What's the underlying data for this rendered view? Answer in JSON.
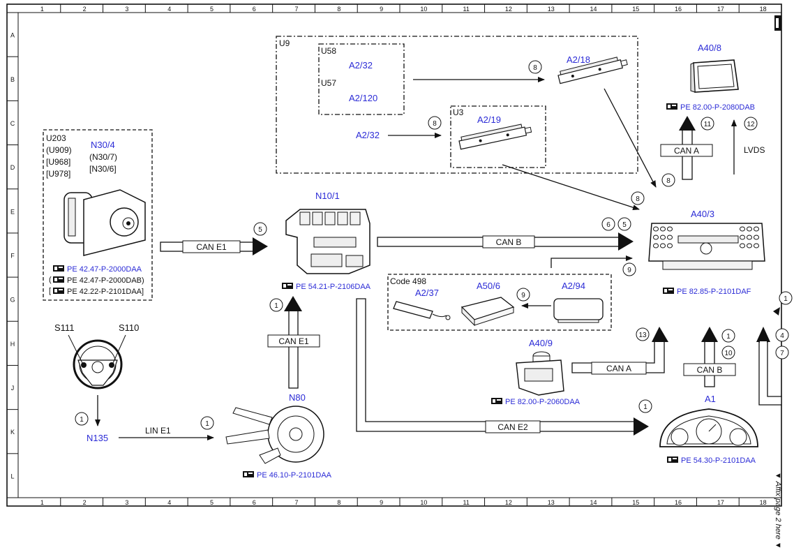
{
  "grid": {
    "columns": [
      "1",
      "2",
      "3",
      "4",
      "5",
      "6",
      "7",
      "8",
      "9",
      "10",
      "11",
      "12",
      "13",
      "14",
      "15",
      "16",
      "17",
      "18"
    ],
    "rows": [
      "A",
      "B",
      "C",
      "D",
      "E",
      "F",
      "G",
      "H",
      "J",
      "K",
      "L"
    ]
  },
  "groups": {
    "u9": "U9",
    "u58": "U58",
    "u57": "U57",
    "u3": "U3",
    "code498": "Code 498",
    "u203": "U203",
    "u909": "(U909)",
    "u968": "[U968]",
    "u978": "[U978]"
  },
  "components": {
    "n30_4": "N30/4",
    "n30_7": "(N30/7)",
    "n30_6": "[N30/6]",
    "a2_32a": "A2/32",
    "a2_120": "A2/120",
    "a2_18": "A2/18",
    "a2_19": "A2/19",
    "a2_32b": "A2/32",
    "a40_8": "A40/8",
    "n10_1": "N10/1",
    "a40_3": "A40/3",
    "a2_37": "A2/37",
    "a50_6": "A50/6",
    "a2_94": "A2/94",
    "s111": "S111",
    "s110": "S110",
    "n135": "N135",
    "n80": "N80",
    "a40_9": "A40/9",
    "a1": "A1"
  },
  "references": {
    "n30_4_1": "PE 42.47-P-2000DAA",
    "n30_4_2": "PE 42.47-P-2000DAB)",
    "n30_4_3": "PE 42.22-P-2101DAA]",
    "n10_1": "PE 54.21-P-2106DAA",
    "a40_8": "PE 82.00-P-2080DAB",
    "a40_3": "PE 82.85-P-2101DAF",
    "a40_9": "PE 82.00-P-2060DAA",
    "n80": "PE 46.10-P-2101DAA",
    "a1": "PE 54.30-P-2101DAA"
  },
  "buses": {
    "can_e1_h": "CAN E1",
    "can_e1_v": "CAN E1",
    "can_b_main": "CAN B",
    "can_a_top": "CAN A",
    "lvds": "LVDS",
    "can_a_a40_9": "CAN A",
    "can_b_lower": "CAN B",
    "can_e2": "CAN E2",
    "lin_e1": "LIN E1"
  },
  "markers": {
    "m8a": "8",
    "m8b": "8",
    "m8c": "8",
    "m8d": "8",
    "m11": "11",
    "m12": "12",
    "m5a": "5",
    "m6": "6",
    "m5b": "5",
    "m9a": "9",
    "m9b": "9",
    "m1a": "1",
    "m1b": "1",
    "m1c": "1",
    "m1d": "1",
    "m1e": "1",
    "m13": "13",
    "m10": "10",
    "m4": "4",
    "m7": "7",
    "m1f": "1"
  },
  "side_note": "▼ Affix page 2 here ▼",
  "colors": {
    "component_label": "#2b2bd6",
    "line": "#111111"
  }
}
